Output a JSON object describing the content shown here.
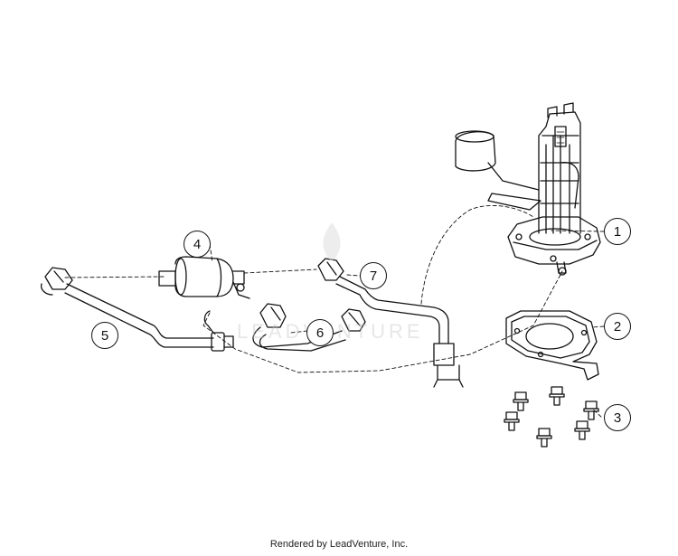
{
  "callouts": [
    {
      "id": "1",
      "label": "1"
    },
    {
      "id": "2",
      "label": "2"
    },
    {
      "id": "3",
      "label": "3"
    },
    {
      "id": "4",
      "label": "4"
    },
    {
      "id": "5",
      "label": "5"
    },
    {
      "id": "6",
      "label": "6"
    },
    {
      "id": "7",
      "label": "7"
    }
  ],
  "watermark_text": "LEADVENTURE",
  "footer": {
    "credit": "Rendered by LeadVenture, Inc."
  },
  "colors": {
    "line": "#111111",
    "watermark": "#c8c8c8",
    "background": "#ffffff"
  }
}
